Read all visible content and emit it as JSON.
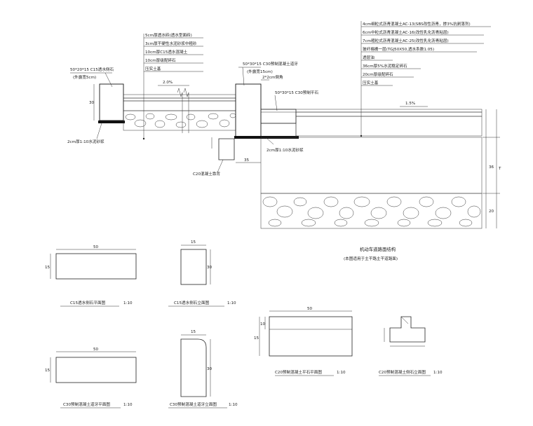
{
  "section_a": {
    "layer_notes": [
      "5cm厚透水砖(透水型面砖)",
      "3cm厚干硬性水泥砂浆中粗砂",
      "10cm厚C15透水混凝土",
      "10cm厚级配碎石",
      "压实土基"
    ],
    "left_curb_label": "50*20*15 C15透水侧石",
    "left_curb_sub": "(外露宽5cm)",
    "left_curb_height": "30",
    "slope": "2.0%",
    "bedding_label": "2cm厚1:10水泥砂浆"
  },
  "section_b": {
    "curb_label": "50*30*15 C30预制混凝土道牙",
    "curb_sub": "(外露宽15cm)",
    "chamfer": "2*2cm倒角",
    "gutter_label": "50*30*15 C30预制平石",
    "bedding_label": "2cm厚1:10水泥砂浆",
    "backing_label": "C20混凝土靠背",
    "dim_width": "35"
  },
  "section_c": {
    "layer_notes": [
      "4cm细粒式沥青混凝土AC-13(SBS改性沥青，掺3%抗剥落剂)",
      "6cm中粒式沥青混凝土AC-16(改性乳化沥青粘层)",
      "7cm粗粒式沥青混凝土AC-25(改性乳化沥青粘层)",
      "玻纤格栅一层(TGJ50X50,透水系数1.05)",
      "透层油",
      "36cm厚5%水泥稳定碎石",
      "20cm厚级配碎石",
      "压实土基"
    ],
    "slope": "1.5%",
    "dim_total": "T",
    "dim_base": "36",
    "dim_sub": "20",
    "title": "机动车道路面结构",
    "subtitle": "(本图适用于主干路主干道路面)"
  },
  "details": [
    {
      "title": "C15透水侧石平面图",
      "scale": "1:10",
      "dims": [
        "50",
        "15"
      ]
    },
    {
      "title": "C15透水侧石立面图",
      "scale": "1:10",
      "dims": [
        "15",
        "30"
      ]
    },
    {
      "title": "C30预制混凝土道牙平面图",
      "scale": "1:10",
      "dims": [
        "50",
        "15"
      ]
    },
    {
      "title": "C30预制混凝土道牙立面图",
      "scale": "1:10",
      "dims": [
        "15",
        "30"
      ]
    },
    {
      "title": "C20预制混凝土平石平面图",
      "scale": "1:10",
      "dims": [
        "50",
        "10",
        "15"
      ]
    },
    {
      "title": "C20预制混凝土侧石立面图",
      "scale": "1:10",
      "dims": []
    }
  ]
}
